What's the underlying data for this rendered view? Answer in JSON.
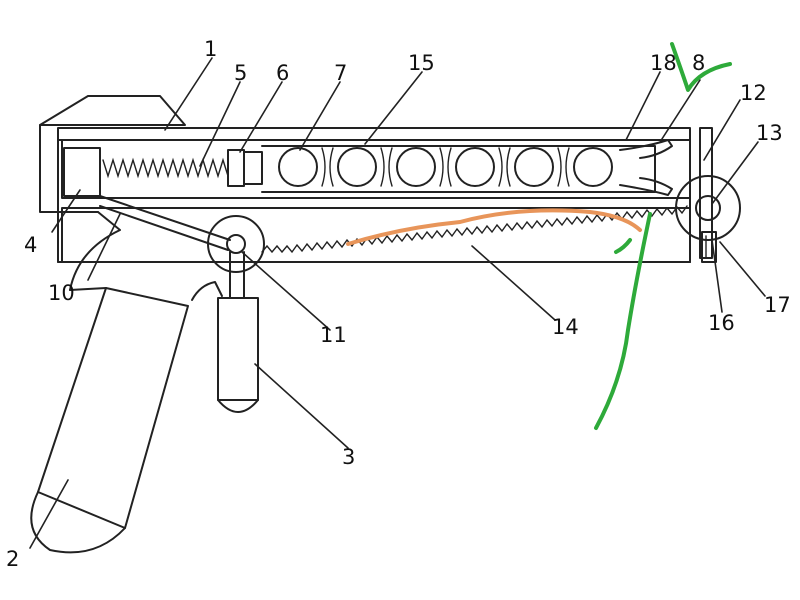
{
  "diagram": {
    "labels": [
      {
        "id": "1",
        "text": "1"
      },
      {
        "id": "2",
        "text": "2"
      },
      {
        "id": "3",
        "text": "3"
      },
      {
        "id": "4",
        "text": "4"
      },
      {
        "id": "5",
        "text": "5"
      },
      {
        "id": "6",
        "text": "6"
      },
      {
        "id": "7",
        "text": "7"
      },
      {
        "id": "8",
        "text": "8"
      },
      {
        "id": "10",
        "text": "10"
      },
      {
        "id": "11",
        "text": "11"
      },
      {
        "id": "12",
        "text": "12"
      },
      {
        "id": "13",
        "text": "13"
      },
      {
        "id": "14",
        "text": "14"
      },
      {
        "id": "15",
        "text": "15"
      },
      {
        "id": "16",
        "text": "16"
      },
      {
        "id": "17",
        "text": "17"
      },
      {
        "id": "18",
        "text": "18"
      }
    ],
    "colors": {
      "line": "#222222",
      "annotation_green": "#2eaa3a",
      "annotation_orange": "#e8955a"
    }
  }
}
